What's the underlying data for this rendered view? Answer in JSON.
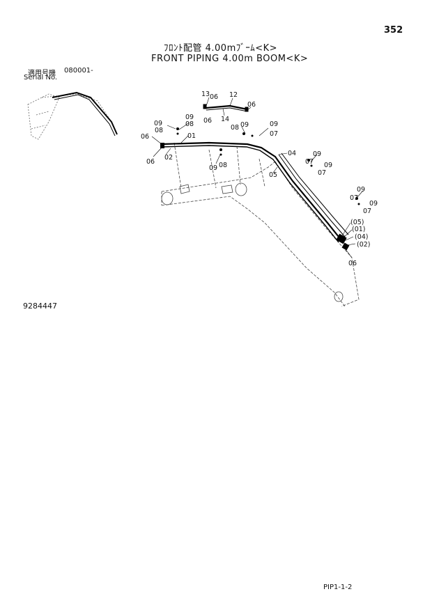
{
  "header": {
    "page_number": "352",
    "title_jp": "ﾌﾛﾝﾄ配管 4.00mﾌﾞｰﾑ<K>",
    "title_en": "FRONT PIPING 4.00m BOOM<K>"
  },
  "serial": {
    "label_jp": "適用号機",
    "value": "080001-",
    "label_en": "Serial No."
  },
  "drawing_number": "9284447",
  "sheet_code": "PIP1-1-2",
  "callouts": [
    {
      "id": "c1",
      "text": "13"
    },
    {
      "id": "c2",
      "text": "06"
    },
    {
      "id": "c3",
      "text": "12"
    },
    {
      "id": "c4",
      "text": "06"
    },
    {
      "id": "c5",
      "text": "06"
    },
    {
      "id": "c6",
      "text": "14"
    },
    {
      "id": "c7",
      "text": "09"
    },
    {
      "id": "c8",
      "text": "08"
    },
    {
      "id": "c9",
      "text": "09"
    },
    {
      "id": "c10",
      "text": "08"
    },
    {
      "id": "c11",
      "text": "09"
    },
    {
      "id": "c12",
      "text": "08"
    },
    {
      "id": "c13",
      "text": "01"
    },
    {
      "id": "c14",
      "text": "06"
    },
    {
      "id": "c15",
      "text": "09"
    },
    {
      "id": "c16",
      "text": "07"
    },
    {
      "id": "c17",
      "text": "06"
    },
    {
      "id": "c18",
      "text": "02"
    },
    {
      "id": "c19",
      "text": "09"
    },
    {
      "id": "c20",
      "text": "08"
    },
    {
      "id": "c21",
      "text": "04"
    },
    {
      "id": "c22",
      "text": "05"
    },
    {
      "id": "c23",
      "text": "09"
    },
    {
      "id": "c24",
      "text": "07"
    },
    {
      "id": "c25",
      "text": "09"
    },
    {
      "id": "c26",
      "text": "07"
    },
    {
      "id": "c27",
      "text": "09"
    },
    {
      "id": "c28",
      "text": "07"
    },
    {
      "id": "c29",
      "text": "09"
    },
    {
      "id": "c30",
      "text": "07"
    },
    {
      "id": "c31",
      "text": "(05)"
    },
    {
      "id": "c32",
      "text": "(01)"
    },
    {
      "id": "c33",
      "text": "(04)"
    },
    {
      "id": "c34",
      "text": "(02)"
    },
    {
      "id": "c35",
      "text": "06"
    }
  ]
}
